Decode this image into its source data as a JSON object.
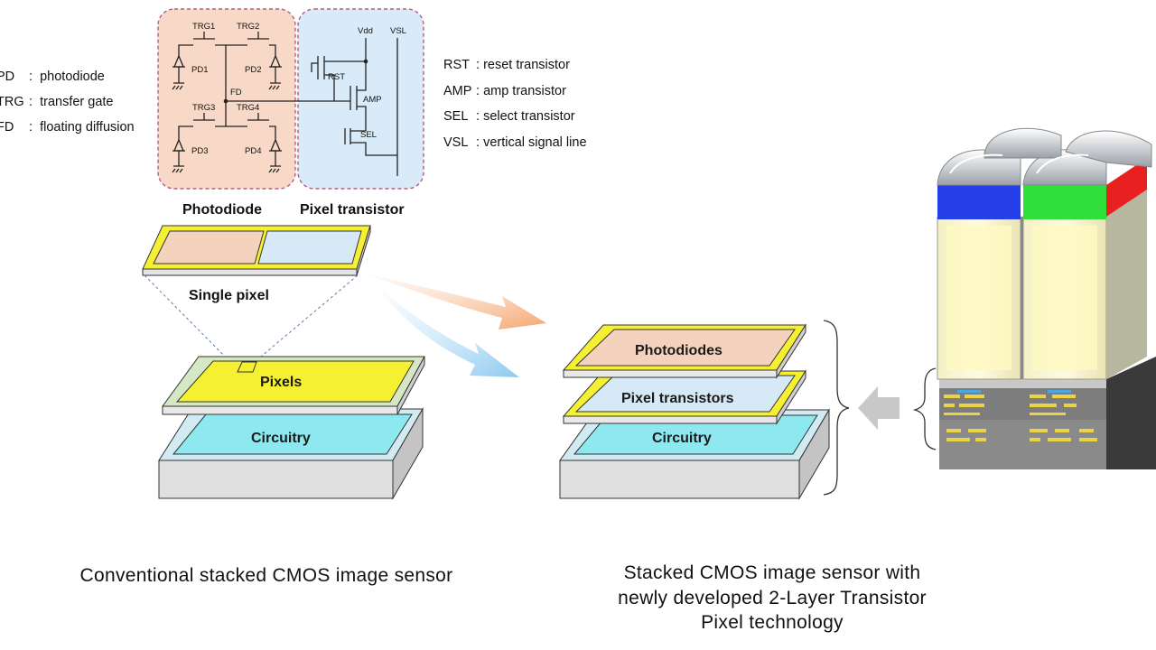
{
  "legend_left": [
    {
      "abbr": "PD",
      "desc": "photodiode"
    },
    {
      "abbr": "TRG",
      "desc": "transfer gate"
    },
    {
      "abbr": "FD",
      "desc": "floating diffusion"
    }
  ],
  "legend_right": [
    {
      "abbr": "RST",
      "desc": "reset transistor"
    },
    {
      "abbr": "AMP",
      "desc": "amp transistor"
    },
    {
      "abbr": "SEL",
      "desc": "select transistor"
    },
    {
      "abbr": "VSL",
      "desc": "vertical signal line"
    }
  ],
  "circuit": {
    "trg1": "TRG1",
    "trg2": "TRG2",
    "trg3": "TRG3",
    "trg4": "TRG4",
    "pd1": "PD1",
    "pd2": "PD2",
    "pd3": "PD3",
    "pd4": "PD4",
    "fd": "FD",
    "vdd": "Vdd",
    "vsl": "VSL",
    "rst": "RST",
    "amp": "AMP",
    "sel": "SEL"
  },
  "labels": {
    "photodiode": "Photodiode",
    "pixel_transistor": "Pixel transistor",
    "single_pixel": "Single pixel",
    "pixels": "Pixels",
    "circuitry_left": "Circuitry",
    "photodiodes": "Photodiodes",
    "pixel_transistors": "Pixel transistors",
    "circuitry_right": "Circuitry"
  },
  "captions": {
    "conventional": "Conventional stacked CMOS image sensor",
    "new_line1": "Stacked CMOS image sensor with",
    "new_line2": "newly developed 2-Layer Transistor",
    "new_line3": "Pixel technology"
  },
  "colors": {
    "photodiode_fill": "#f5d2bd",
    "transistor_fill": "#d5e9f7",
    "pixel_yellow": "#f5f032",
    "circuitry_cyan": "#8ee8f0",
    "arrow_orange": "#f7b98c",
    "arrow_blue": "#a9d7f2",
    "frame_pink": "#b06080"
  }
}
